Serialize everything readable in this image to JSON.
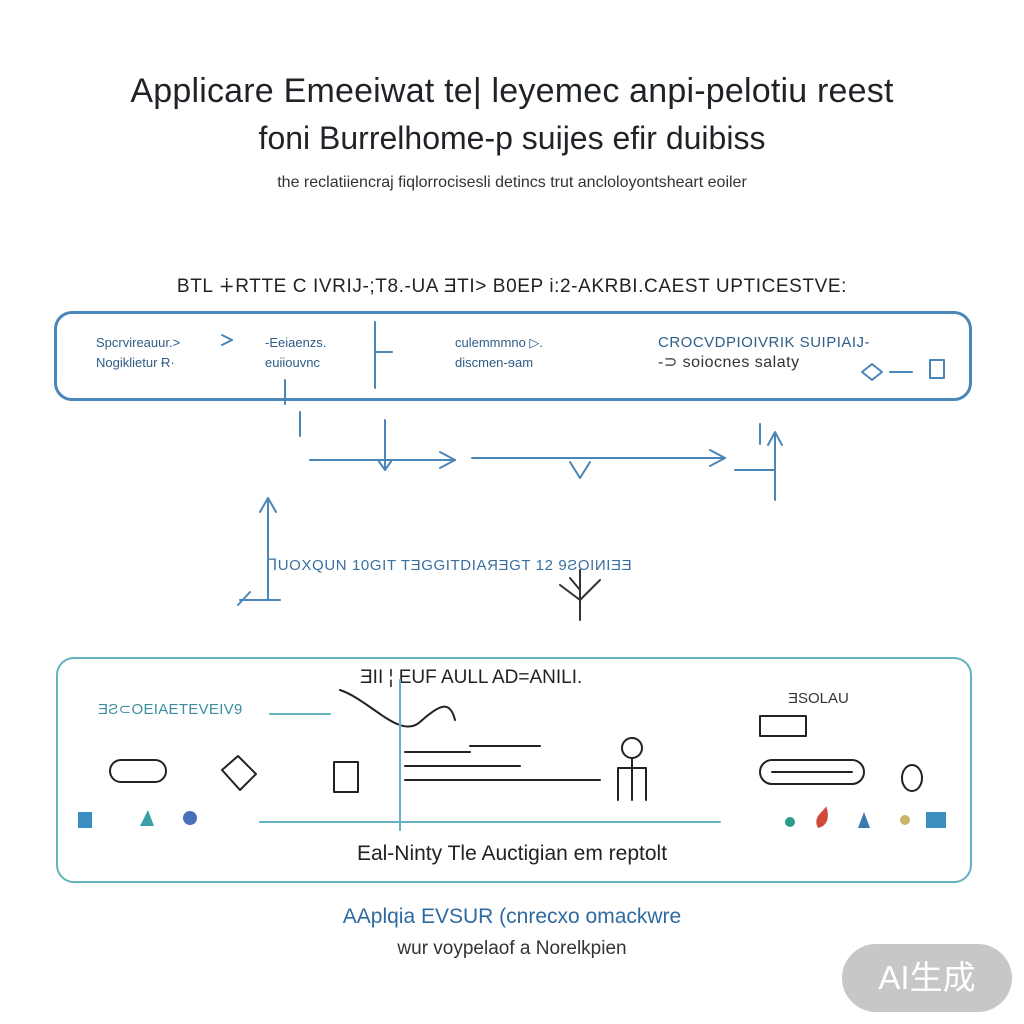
{
  "header": {
    "title_line1": "Applicare Emeeiwat te| leyemec anpi-pelotiu reest",
    "title_line2": "foni Burrelhome-p suijes efir duibiss",
    "subtitle": "the reclatiiencraj fiqlorrocisesli detincs trut ancloloyontsheart eoiler"
  },
  "section_label": "BTL ∔RTTE C IVRIJ-;T8.-UA ƎTI> B0EP i:2-AKRBI.CAEST UPTICESTVE:",
  "top_box": {
    "cells": [
      {
        "line1": "Spcrvireauur.>",
        "line2": "Nogiklietur Ɍ·"
      },
      {
        "line1": "-Eeiaenzs.",
        "line2": "euiiouvnc"
      },
      {
        "line1": "culemmmno ▷.",
        "line2": "discmen-ɘam"
      },
      {
        "line1": "CROCVDPIOIVRIK SUIPIAIJ-",
        "line2": "-⊃ soiocnes salaty"
      }
    ]
  },
  "mid_caption": "ᒣUOXQUN 10GIT TƎGGITDIAЯƎGT 12 9ƧOIИIƎƎ",
  "bottom_box": {
    "heading": "ƎII ¦ EUF AULL AD=ANILI.",
    "left_label": "ƎƧ⊂OEIAETEVEIV9",
    "right_label": "ƎSOLAU",
    "footer": "Eal-Ninty Tle Auctigian em reptolt"
  },
  "caption": {
    "line1": "AAplqia EVSUR (cnrecxo omackwre",
    "line2": "wur voypelaof a Norelkpien"
  },
  "badge": {
    "label": "AI生成"
  },
  "colors": {
    "top_box": "#4b86b8",
    "bottom_box": "#63b2bf",
    "accent_text": "#2e6aa0",
    "teal_icons": "#3aa0a8"
  }
}
